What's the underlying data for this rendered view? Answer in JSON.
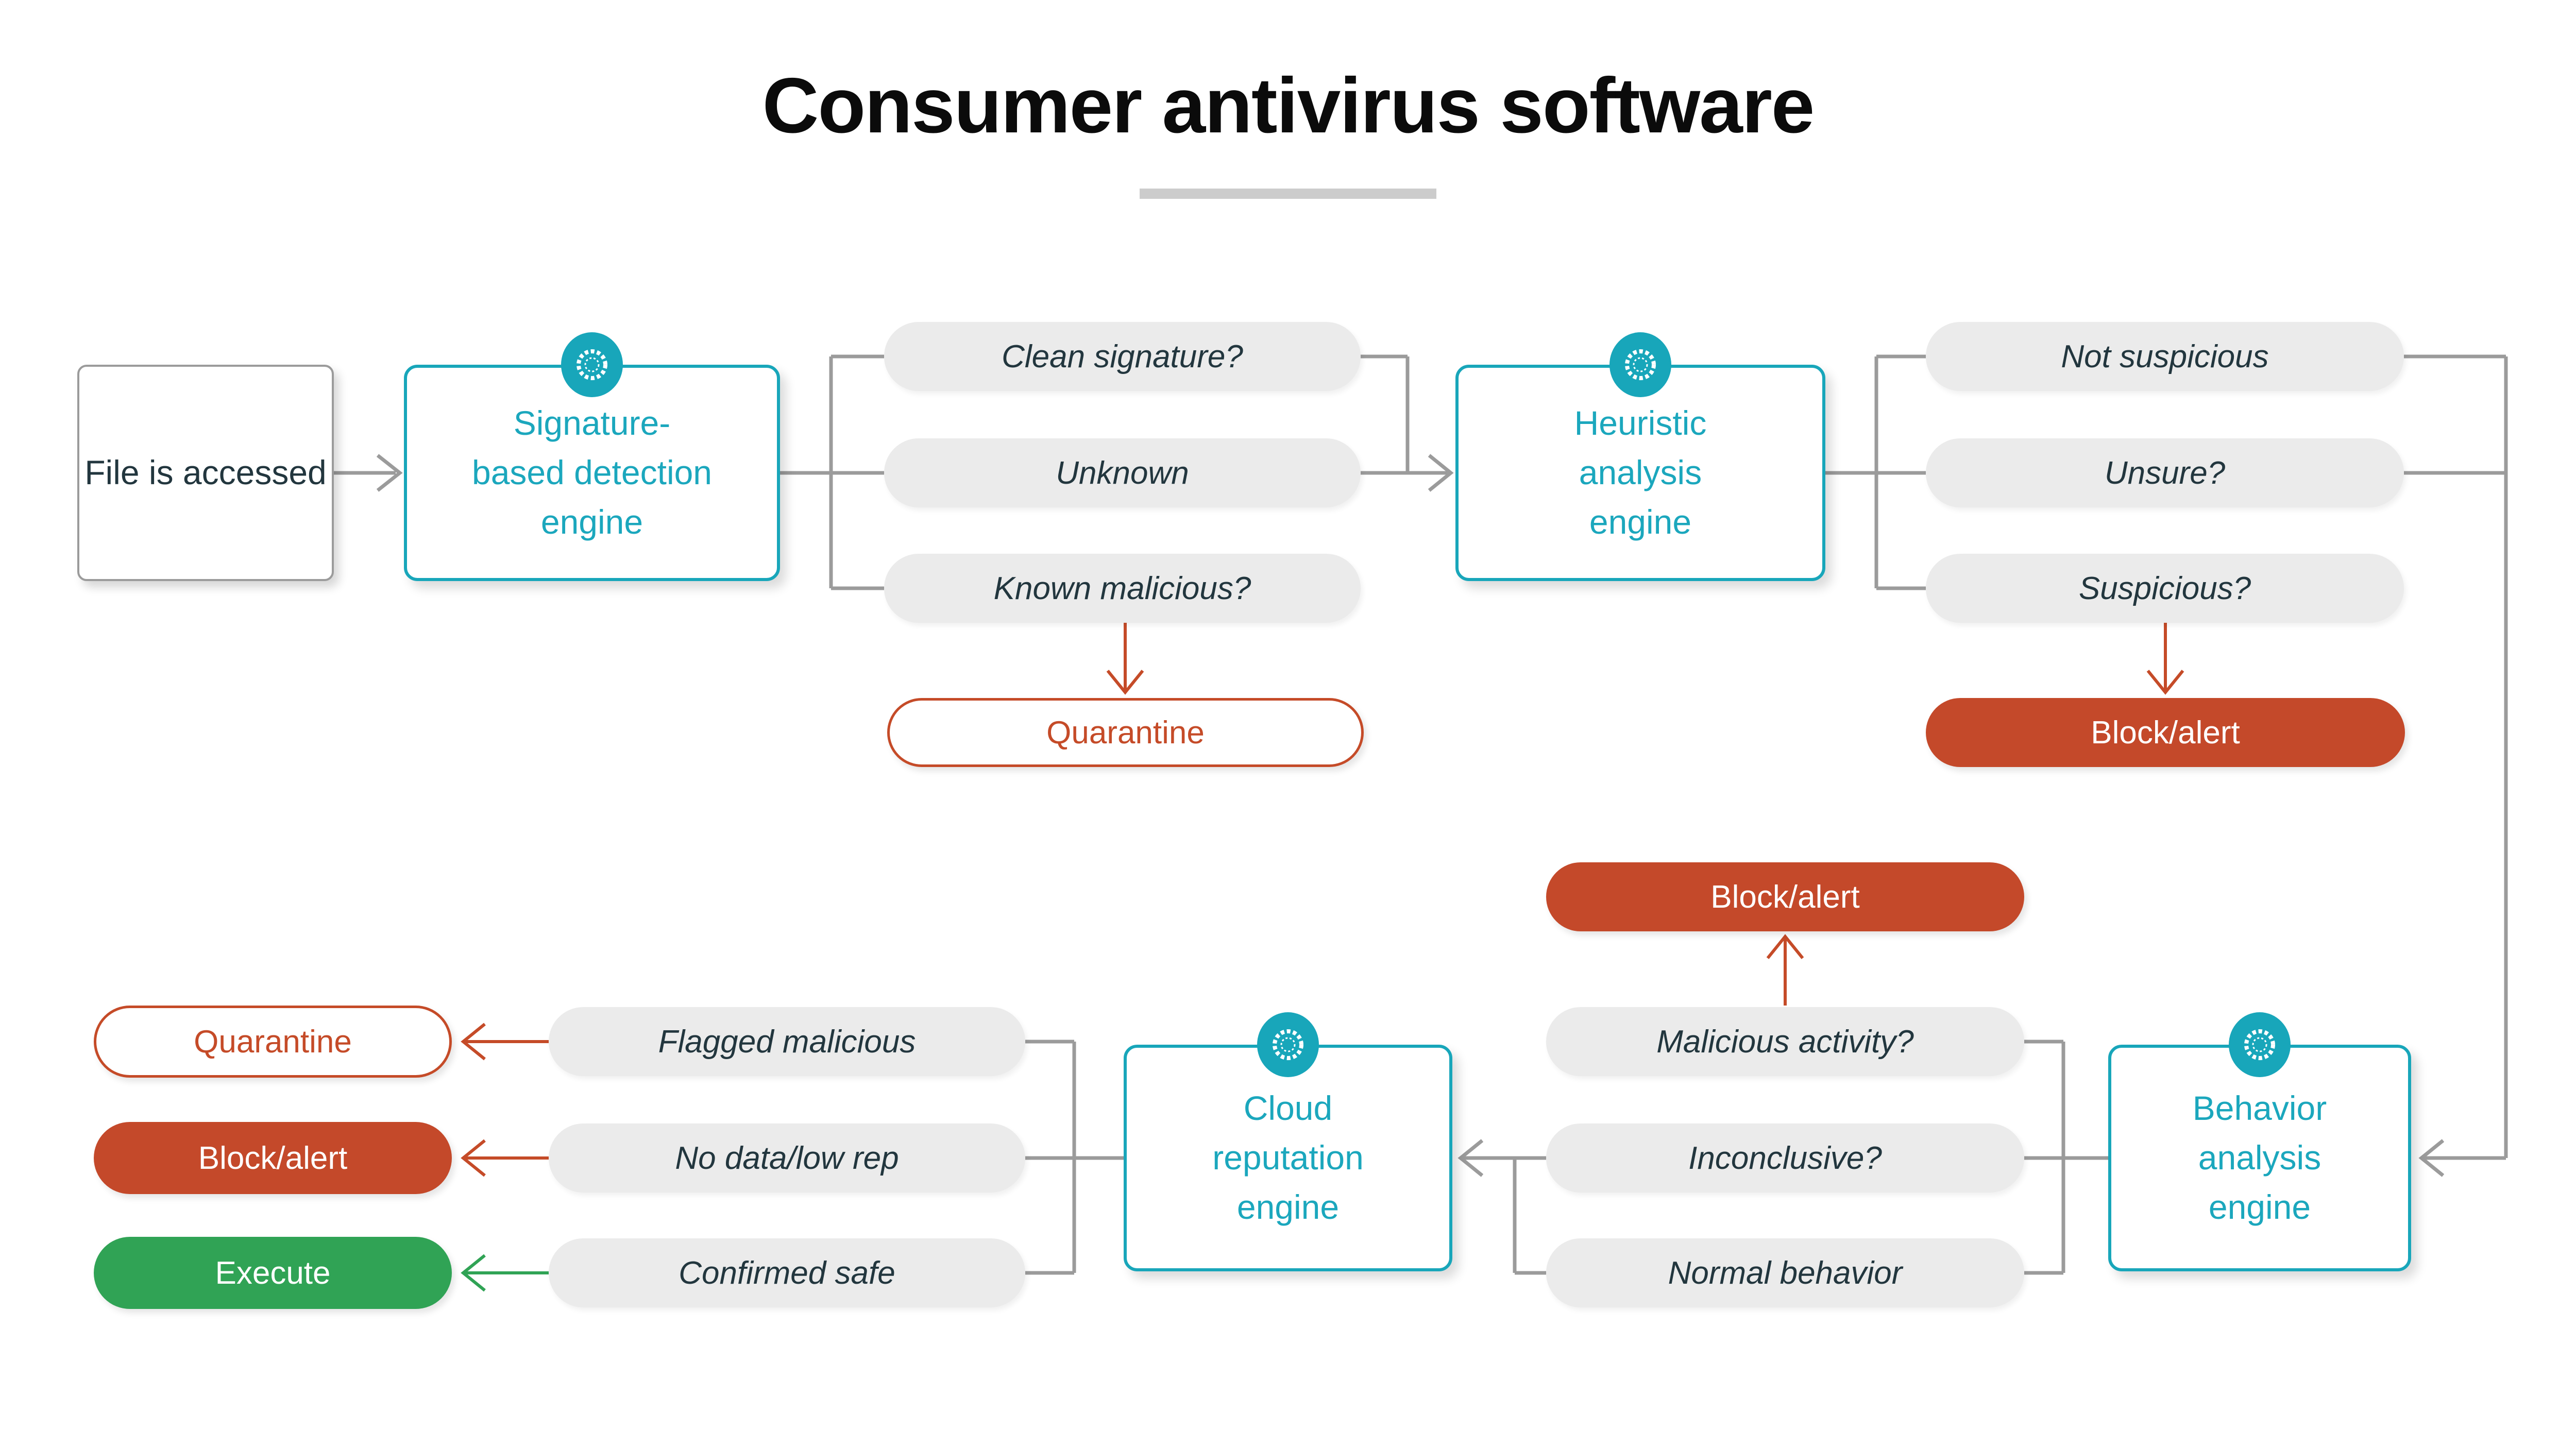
{
  "title": {
    "text": "Consumer antivirus software"
  },
  "colors": {
    "teal_accent": "#18a6ba",
    "teal_text": "#1ba7bd",
    "red_accent": "#c54b28",
    "red_fill": "#c4492a",
    "green_fill": "#30a355",
    "gray_line": "#9b9b9b",
    "pill_gray": "#ebebeb",
    "dark_text": "#22363e",
    "rule_gray": "#cccccc"
  },
  "icons": {
    "gear": "gear-icon"
  },
  "nodes": {
    "file": {
      "label": "File is accessed"
    },
    "signature": {
      "lines": [
        "Signature-",
        "based detection",
        "engine"
      ]
    },
    "heuristic": {
      "lines": [
        "Heuristic",
        "analysis",
        "engine"
      ]
    },
    "cloud": {
      "lines": [
        "Cloud",
        "reputation",
        "engine"
      ]
    },
    "behavior": {
      "lines": [
        "Behavior",
        "analysis",
        "engine"
      ]
    }
  },
  "branches": {
    "signature": [
      "Clean signature?",
      "Unknown",
      "Known malicious?"
    ],
    "heuristic": [
      "Not suspicious",
      "Unsure?",
      "Suspicious?"
    ],
    "behavior": [
      "Malicious activity?",
      "Inconclusive?",
      "Normal behavior"
    ],
    "cloud": [
      "Flagged malicious",
      "No data/low rep",
      "Confirmed safe"
    ]
  },
  "outcomes": {
    "quarantine_signature": "Quarantine",
    "block_heuristic": "Block/alert",
    "block_behavior": "Block/alert",
    "quarantine_cloud": "Quarantine",
    "block_cloud": "Block/alert",
    "execute_cloud": "Execute"
  }
}
